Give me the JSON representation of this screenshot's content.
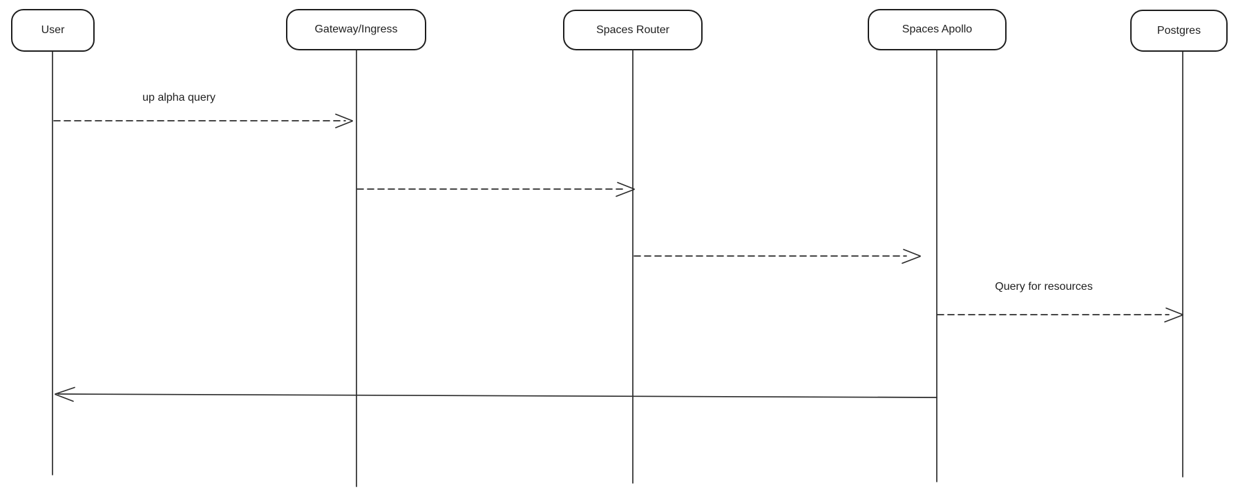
{
  "diagram": {
    "kind": "sequence-diagram",
    "style": "hand-drawn",
    "participants": [
      {
        "id": "user",
        "label": "User"
      },
      {
        "id": "gateway-ingress",
        "label": "Gateway/Ingress"
      },
      {
        "id": "spaces-router",
        "label": "Spaces Router"
      },
      {
        "id": "spaces-apollo",
        "label": "Spaces Apollo"
      },
      {
        "id": "postgres",
        "label": "Postgres"
      }
    ],
    "messages": [
      {
        "from": "User",
        "to": "Gateway/Ingress",
        "label": "up alpha query",
        "line": "dashed",
        "direction": "right"
      },
      {
        "from": "Gateway/Ingress",
        "to": "Spaces Router",
        "label": "",
        "line": "dashed",
        "direction": "right"
      },
      {
        "from": "Spaces Router",
        "to": "Spaces Apollo",
        "label": "",
        "line": "dashed",
        "direction": "right"
      },
      {
        "from": "Spaces Apollo",
        "to": "Postgres",
        "label": "Query for resources",
        "line": "dashed",
        "direction": "right"
      },
      {
        "from": "Spaces Apollo",
        "to": "User",
        "label": "",
        "line": "solid",
        "direction": "left"
      }
    ],
    "colors": {
      "stroke": "#1e1e1e",
      "text": "#1e1e1e",
      "background": "#ffffff"
    }
  }
}
